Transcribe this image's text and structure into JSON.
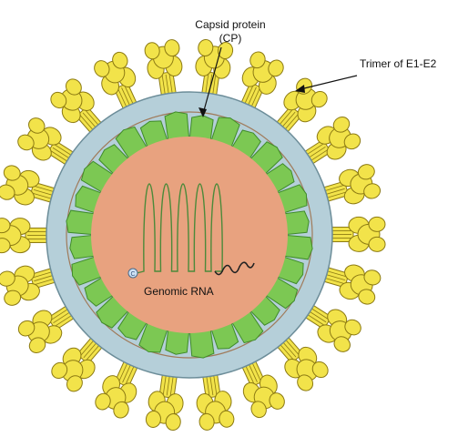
{
  "labels": {
    "capsid_line1": "Capsid protein",
    "capsid_line2": "(CP)",
    "trimer": "Trimer of E1-E2",
    "genome": "Genomic RNA",
    "cap_symbol": "C"
  },
  "colors": {
    "core": "#e8a27f",
    "capsid": "#7cc853",
    "capsid_edge": "#3f8b2a",
    "membrane_ring": "#b5cfd9",
    "membrane_edge": "#6c8d99",
    "spike": "#f2e34a",
    "spike_edge": "#8c7a12",
    "rna": "#4b8a3a",
    "tail": "#222222",
    "arrow": "#111111"
  },
  "structure": {
    "spike_count": 22,
    "capsomer_count": 28,
    "rna_loops": 5
  }
}
